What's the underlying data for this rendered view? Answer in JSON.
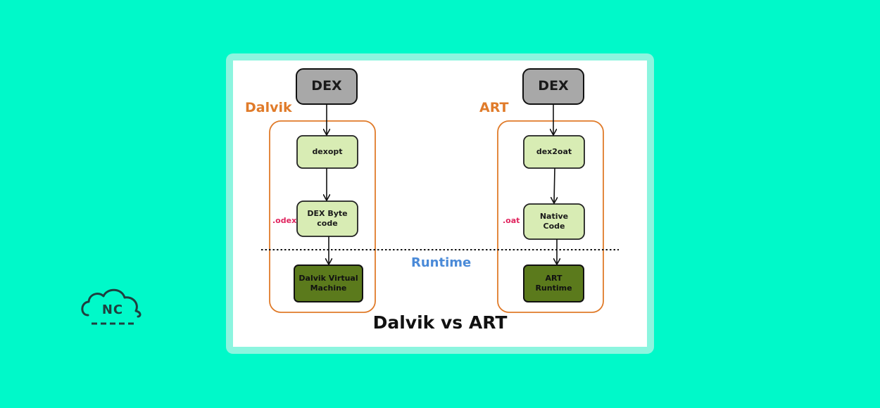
{
  "colors": {
    "background": "#00f9c9",
    "card_frame": "#8cf5df",
    "dex_fill": "#a8a8a8",
    "light_green": "#d8ecb4",
    "dark_green": "#5b7a1c",
    "container_border": "#e07b2a",
    "ext_label": "#e0245e",
    "runtime_label": "#4a8ad8"
  },
  "logo": {
    "text": "NC",
    "icon": "cloud-icon"
  },
  "diagram": {
    "title": "Dalvik vs ART",
    "runtime_label": "Runtime",
    "dalvik": {
      "label": "Dalvik",
      "dex": "DEX",
      "step1": "dexopt",
      "step2": "DEX Byte\ncode",
      "step2_ext": ".odex",
      "runtime": "Dalvik Virtual\nMachine"
    },
    "art": {
      "label": "ART",
      "dex": "DEX",
      "step1": "dex2oat",
      "step2": "Native\nCode",
      "step2_ext": ".oat",
      "runtime": "ART\nRuntime"
    }
  }
}
